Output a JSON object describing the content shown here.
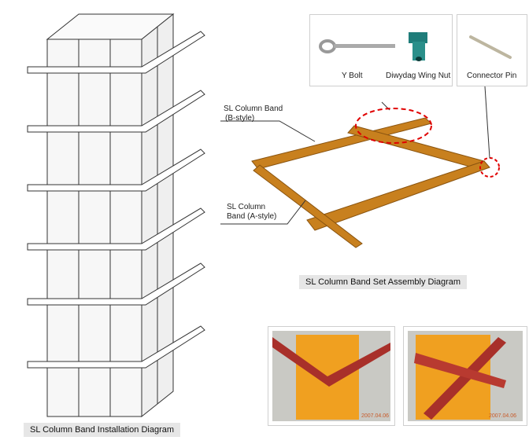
{
  "parts": {
    "y_bolt": "Y Bolt",
    "wing_nut": "Diwydag Wing Nut",
    "connector_pin": "Connector Pin"
  },
  "labels": {
    "b_style_line1": "SL Column Band",
    "b_style_line2": "(B-style)",
    "a_style_line1": "SL Column",
    "a_style_line2": "Band (A-style)"
  },
  "captions": {
    "assembly": "SL Column Band Set Assembly Diagram",
    "installation": "SL Column Band Installation Diagram"
  },
  "photos": [
    {
      "date": "2007.04.06"
    },
    {
      "date": "2007.04.06"
    }
  ],
  "colors": {
    "band": "#c8801e",
    "photo_band": "#a8302a",
    "form": "#f0a020",
    "highlight": "#e00000"
  }
}
